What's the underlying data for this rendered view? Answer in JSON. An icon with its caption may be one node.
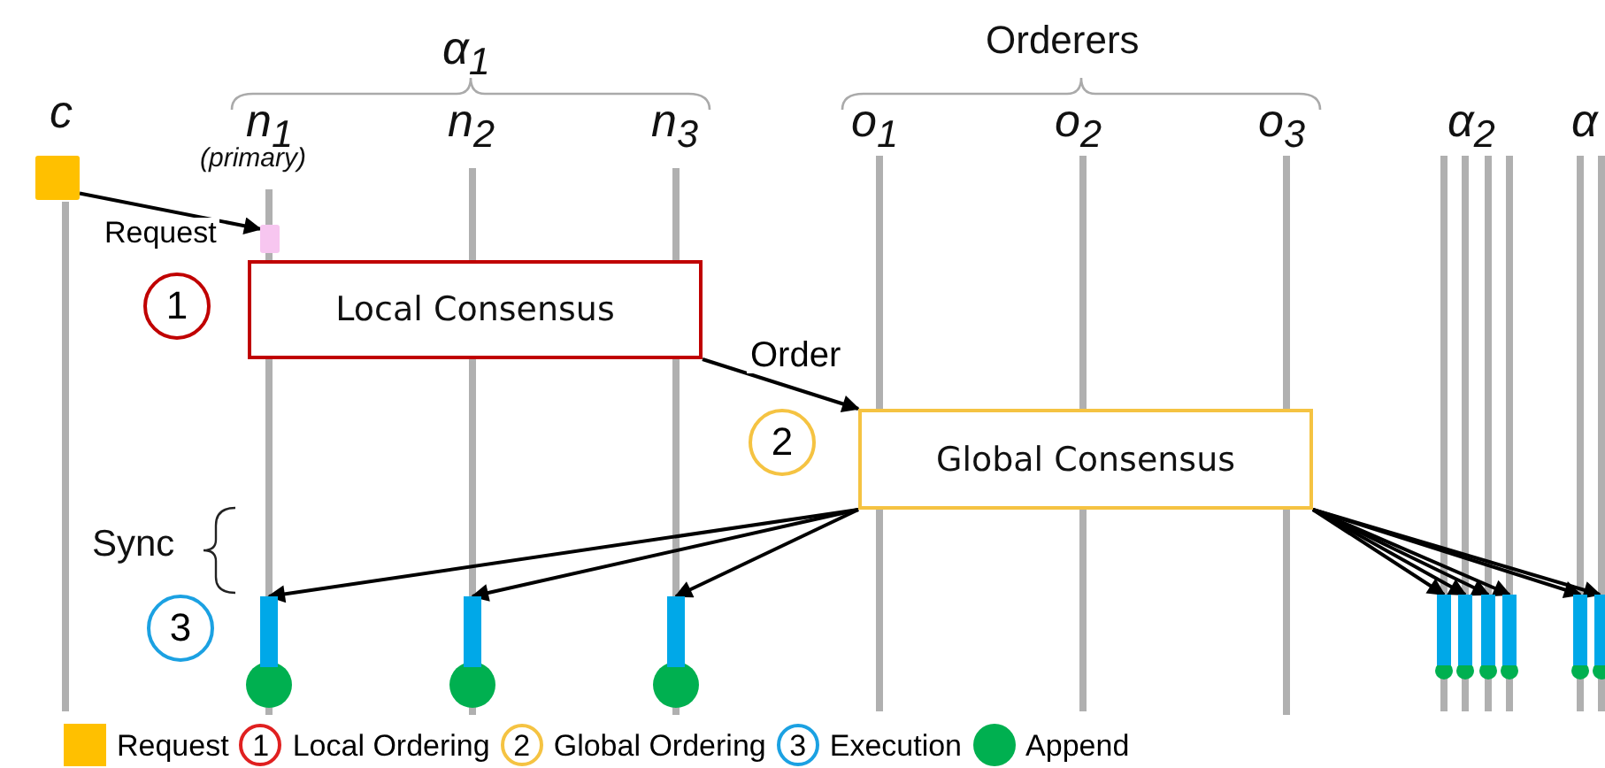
{
  "diagram": {
    "nodes": [
      {
        "text": [],
        "shape": "box"
      },
      {
        "text": [],
        "shape": "box"
      },
      {
        "text": [
          "Local Consensus"
        ]
      },
      {
        "text": [
          "Global Consensus"
        ]
      },
      {
        "text": [],
        "shape": "bar"
      },
      {
        "text": [],
        "shape": "bar"
      },
      {
        "text": [],
        "shape": "bar"
      },
      {
        "text": [],
        "shape": "bar"
      },
      {
        "text": [],
        "shape": "bar"
      },
      {
        "text": [],
        "shape": "bar"
      },
      {
        "text": [],
        "shape": "bar"
      },
      {
        "text": [],
        "shape": "bar"
      },
      {
        "text": [],
        "shape": "bar"
      }
    ],
    "edges": [
      {
        "from": 0,
        "to": 1,
        "arrow": "to",
        "label": "Request"
      },
      {
        "from": 2,
        "to": 3,
        "arrow": "to",
        "label": "Order"
      },
      {
        "from": 3,
        "to": 4,
        "arrow": "to"
      },
      {
        "from": 3,
        "to": 5,
        "arrow": "to"
      },
      {
        "from": 3,
        "to": 6,
        "arrow": "to"
      },
      {
        "from": 3,
        "to": 7,
        "arrow": "to"
      },
      {
        "from": 3,
        "to": 8,
        "arrow": "to"
      },
      {
        "from": 3,
        "to": 9,
        "arrow": "to"
      },
      {
        "from": 3,
        "to": 10,
        "arrow": "to"
      },
      {
        "from": 3,
        "to": 11,
        "arrow": "to"
      },
      {
        "from": 3,
        "to": 12,
        "arrow": "to"
      }
    ],
    "labels": [
      "α$_{1}$",
      "Orderers",
      "c",
      "n$_{1}$",
      "(primary)",
      "n$_{2}$",
      "n$_{3}$",
      "o$_{1}$",
      "o$_{2}$",
      "o$_{3}$",
      "α$_{2}$",
      "α",
      "1",
      "2",
      "Sync",
      "3",
      "1",
      "2",
      "3"
    ],
    "legend": [
      {
        "text": "Request",
        "color": "#ffc000"
      },
      {
        "text": "Local Ordering"
      },
      {
        "text": "Global Ordering"
      },
      {
        "text": "Execution"
      },
      {
        "text": "Append",
        "color": "#00b050"
      }
    ]
  }
}
